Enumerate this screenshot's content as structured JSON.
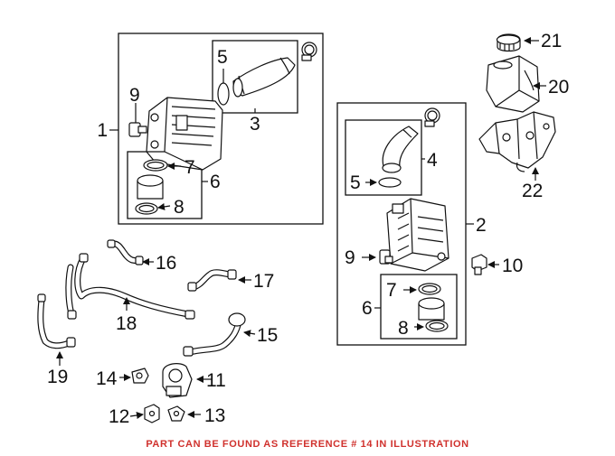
{
  "labels": {
    "n1": "1",
    "n2": "2",
    "n3": "3",
    "n4": "4",
    "n5a": "5",
    "n5b": "5",
    "n6a": "6",
    "n6b": "6",
    "n7a": "7",
    "n7b": "7",
    "n8a": "8",
    "n8b": "8",
    "n9a": "9",
    "n9b": "9",
    "n10": "10",
    "n11": "11",
    "n12": "12",
    "n13": "13",
    "n14": "14",
    "n15": "15",
    "n16": "16",
    "n17": "17",
    "n18": "18",
    "n19": "19",
    "n20": "20",
    "n21": "21",
    "n22": "22"
  },
  "footer": "PART CAN BE FOUND AS REFERENCE # 14 IN ILLUSTRATION",
  "colors": {
    "footer": "#d0312d",
    "line": "#111111"
  }
}
